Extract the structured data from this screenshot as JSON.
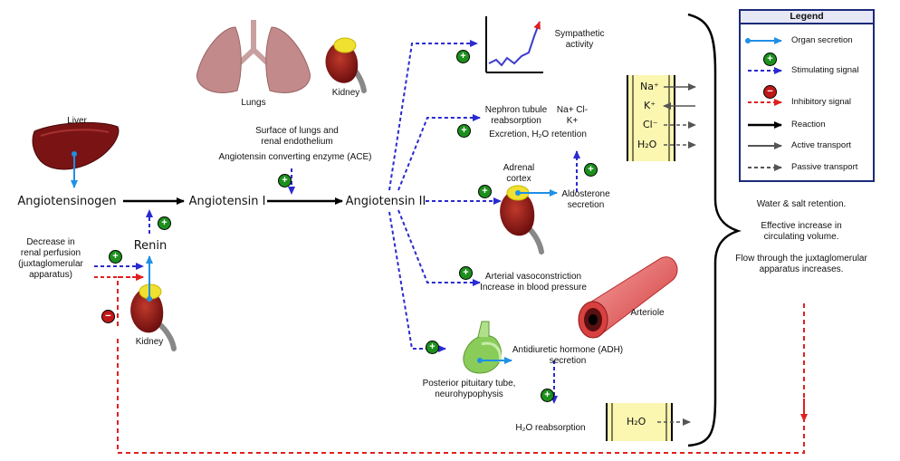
{
  "legend": {
    "title": "Legend",
    "items": [
      {
        "key": "organ_secretion",
        "label": "Organ secretion"
      },
      {
        "key": "stimulating",
        "label": "Stimulating signal"
      },
      {
        "key": "inhibitory",
        "label": "Inhibitory signal"
      },
      {
        "key": "reaction",
        "label": "Reaction"
      },
      {
        "key": "active",
        "label": "Active transport"
      },
      {
        "key": "passive",
        "label": "Passive transport"
      }
    ]
  },
  "colors": {
    "organ_secretion": "#1e90e6",
    "stimulating": "#2a2ad0",
    "inhibitory": "#e02020",
    "reaction": "#000000",
    "stimulating_badge": "#1c8f1c",
    "inhibitory_badge": "#c01818",
    "channel_fill": "#fbf6b0"
  },
  "labels": {
    "liver": "Liver",
    "angiotensinogen": "Angiotensinogen",
    "angiotensin1": "Angiotensin I",
    "angiotensin2": "Angiotensin II",
    "renin": "Renin",
    "decrease_perfusion": [
      "Decrease in",
      "renal perfusion",
      "(juxtaglomerular",
      "apparatus)"
    ],
    "kidney_left": "Kidney",
    "lungs": "Lungs",
    "kidney_top": "Kidney",
    "surface": [
      "Surface of lungs and",
      "renal endothelium"
    ],
    "ace": "Angiotensin converting enzyme (ACE)",
    "sympathetic": [
      "Sympathetic",
      "activity"
    ],
    "nephron": [
      "Nephron tubule",
      "reabsorption"
    ],
    "nacl": [
      "Na+  Cl-",
      "K+"
    ],
    "excretion": "Excretion, H₂O retention",
    "adrenal": [
      "Adrenal",
      "cortex"
    ],
    "aldosterone": [
      "Aldosterone",
      "secretion"
    ],
    "vasoconstriction": [
      "Arterial vasoconstriction",
      "Increase in blood pressure"
    ],
    "arteriole": "Arteriole",
    "adh": [
      "Antidiuretic hormone (ADH)",
      "secretion"
    ],
    "pituitary": [
      "Posterior pituitary tube,",
      "neurohypophysis"
    ],
    "h2o_reabsorption": "H₂O reabsorption",
    "outcome": [
      "Water & salt retention.",
      "",
      "Effective increase in",
      "circulating volume.",
      "",
      "Flow through the juxtaglomerular",
      "apparatus increases."
    ]
  },
  "channels": {
    "ions": [
      "Na⁺",
      "K⁺",
      "Cl⁻",
      "H₂O"
    ],
    "water": "H₂O"
  },
  "badges": {
    "plus": "+",
    "minus": "−"
  }
}
